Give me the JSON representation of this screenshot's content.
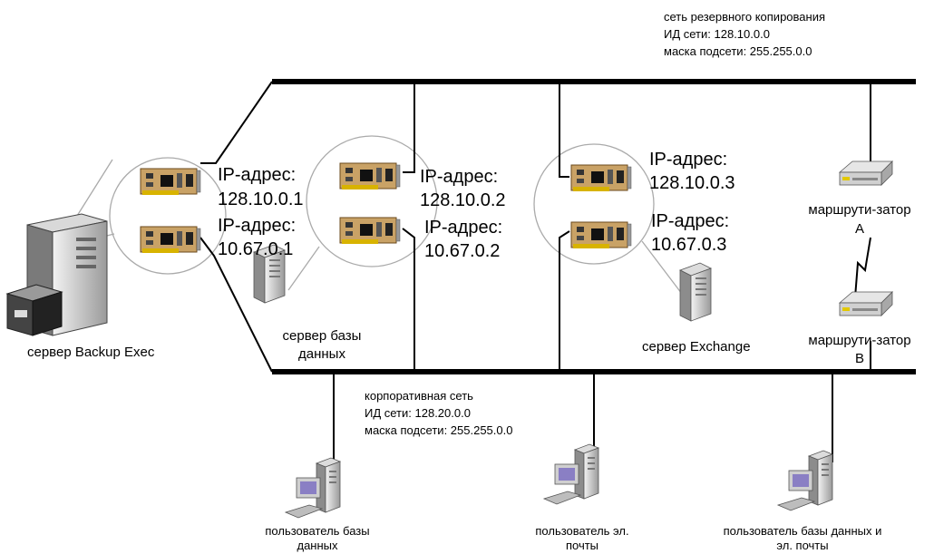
{
  "backup_network": {
    "name": "сеть резервного копирования",
    "id_line": "ИД сети: 128.10.0.0",
    "mask_line": "маска подсети: 255.255.0.0"
  },
  "corporate_network": {
    "name": "корпоративная сеть",
    "id_line": "ИД сети: 128.20.0.0",
    "mask_line": "маска подсети: 255.255.0.0"
  },
  "nics": [
    {
      "label": "IP-адрес:",
      "address": "128.10.0.1"
    },
    {
      "label": "IP-адрес:",
      "address": "10.67.0.1"
    },
    {
      "label": "IP-адрес:",
      "address": "128.10.0.2"
    },
    {
      "label": "IP-адрес:",
      "address": "10.67.0.2"
    },
    {
      "label": "IP-адрес:",
      "address": "128.10.0.3"
    },
    {
      "label": "IP-адрес:",
      "address": "10.67.0.3"
    }
  ],
  "servers": {
    "backup_exec": "сервер Backup Exec",
    "database_line1": "сервер базы",
    "database_line2": "данных",
    "exchange": "сервер Exchange"
  },
  "routers": {
    "a_line1": "маршрути-затор",
    "a_line2": "A",
    "b_line1": "маршрути-затор",
    "b_line2": "B"
  },
  "clients": {
    "db_user_line1": "пользователь базы",
    "db_user_line2": "данных",
    "mail_user_line1": "пользователь эл.",
    "mail_user_line2": "почты",
    "both_user_line1": "пользователь базы данных и",
    "both_user_line2": "эл. почты"
  }
}
